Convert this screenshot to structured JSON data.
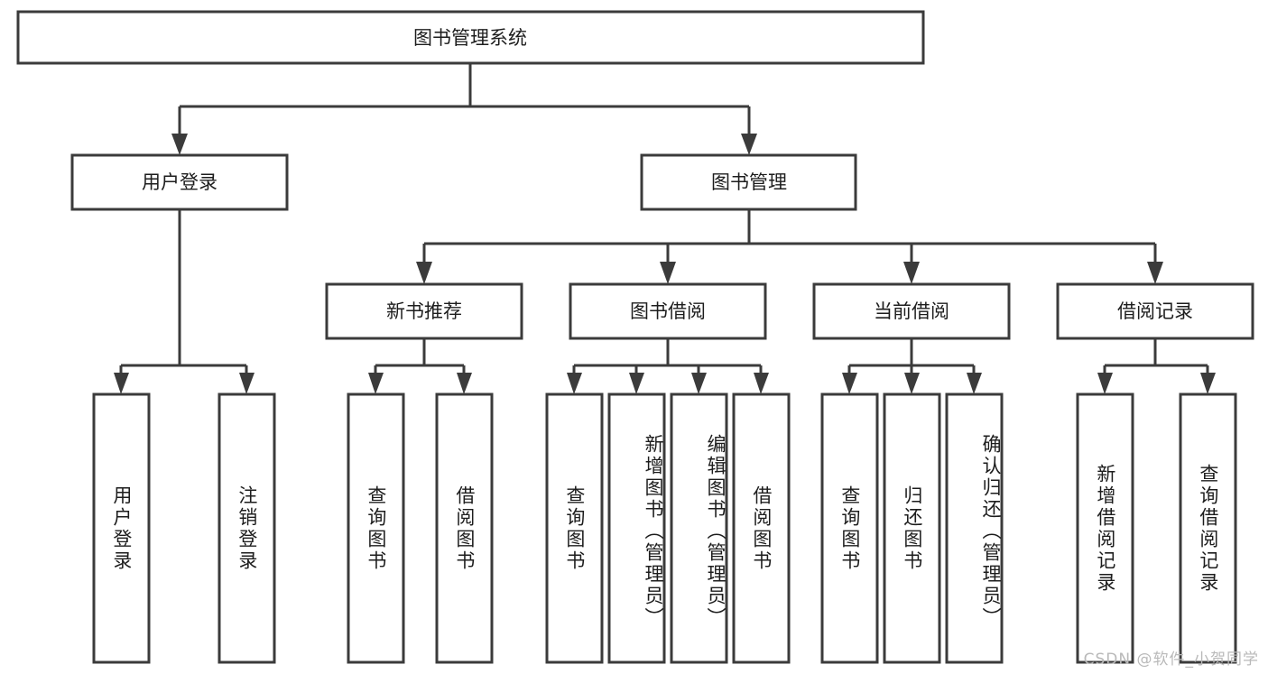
{
  "diagram": {
    "title": "图书管理系统",
    "theme": {
      "background": "#ffffff",
      "box_fill": "#ffffff",
      "box_stroke": "#3b3b3b",
      "text_color": "#1d1d1d",
      "watermark_color": "#b9b9b9"
    },
    "levels": {
      "root": {
        "label": "图书管理系统"
      },
      "level2": [
        {
          "label": "用户登录"
        },
        {
          "label": "图书管理"
        }
      ],
      "level3": [
        {
          "label": "新书推荐"
        },
        {
          "label": "图书借阅"
        },
        {
          "label": "当前借阅"
        },
        {
          "label": "借阅记录"
        }
      ],
      "leaves": [
        {
          "label": "用户登录",
          "parent": "用户登录"
        },
        {
          "label": "注销登录",
          "parent": "用户登录"
        },
        {
          "label": "查询图书",
          "parent": "新书推荐"
        },
        {
          "label": "借阅图书",
          "parent": "新书推荐"
        },
        {
          "label": "查询图书",
          "parent": "图书借阅"
        },
        {
          "label": "新增图书（管理员）",
          "parent": "图书借阅"
        },
        {
          "label": "编辑图书（管理员）",
          "parent": "图书借阅"
        },
        {
          "label": "借阅图书",
          "parent": "图书借阅"
        },
        {
          "label": "查询图书",
          "parent": "当前借阅"
        },
        {
          "label": "归还图书",
          "parent": "当前借阅"
        },
        {
          "label": "确认归还（管理员）",
          "parent": "当前借阅"
        },
        {
          "label": "新增借阅记录",
          "parent": "借阅记录"
        },
        {
          "label": "查询借阅记录",
          "parent": "借阅记录"
        }
      ]
    }
  },
  "watermark": {
    "text": "CSDN @软件_小贺同学"
  }
}
